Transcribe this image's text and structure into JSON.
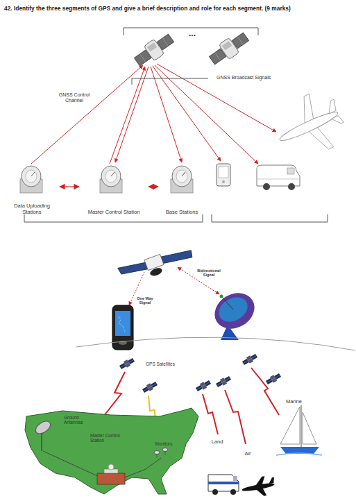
{
  "diagram": {
    "title": "42. Identify the three segments of GPS and give a brief description and role for each segment. (9 marks)",
    "nodes": [
      {
        "text": [
          "Data Uploading Stations"
        ]
      },
      {
        "text": [
          "Master Control Station"
        ]
      },
      {
        "text": [
          "Base Stations"
        ]
      }
    ],
    "edges": [
      {
        "from": 0,
        "to": 1,
        "arrow": "both"
      },
      {
        "from": 1,
        "to": 2,
        "arrow": "both"
      }
    ],
    "labels": [
      "...",
      "GNSS Broadcast Signals",
      "GNSS Control Channel",
      "Bidirectional Signal",
      "One Way Signal",
      "GPS Satellites",
      "Ground Antennas",
      "Master Control Station",
      "Monitors",
      "Land",
      "Air",
      "Marine"
    ]
  }
}
